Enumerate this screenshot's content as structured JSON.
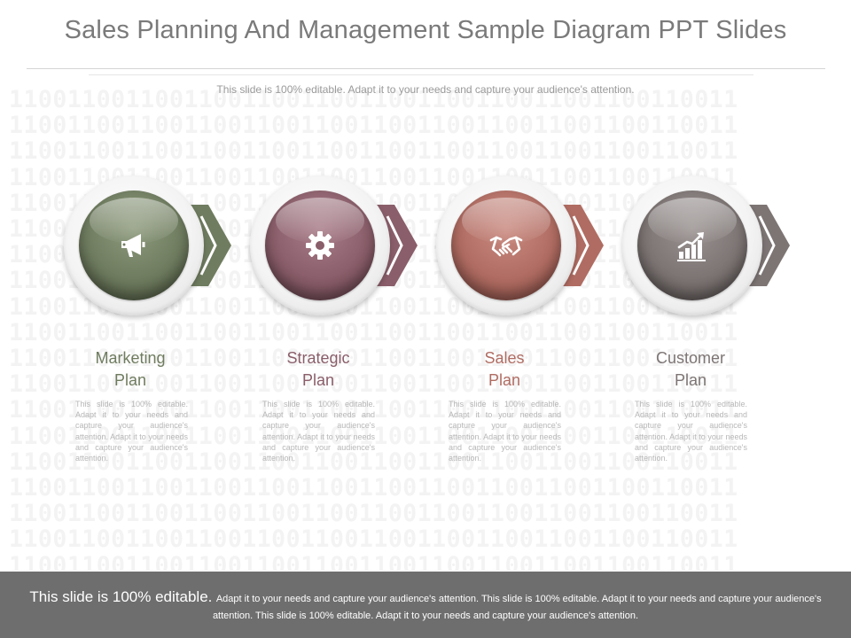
{
  "title": "Sales Planning And Management Sample Diagram PPT Slides",
  "subtitle": "This slide is 100% editable. Adapt it to your needs and capture your audience's attention.",
  "background_pattern": "11001100110011001100110011001100110011001100110011",
  "colors": {
    "marketing": "#6f7c5f",
    "strategic": "#8a5e6a",
    "sales": "#b06c62",
    "customer": "#7d7574"
  },
  "steps": [
    {
      "label_line1": "Marketing",
      "label_line2": "Plan",
      "icon": "megaphone-icon",
      "description": "This slide is 100% editable. Adapt it to your needs and capture your audience's attention. Adapt it to your needs and capture your audience's attention."
    },
    {
      "label_line1": "Strategic",
      "label_line2": "Plan",
      "icon": "gear-icon",
      "description": "This slide is 100% editable. Adapt it to your needs and capture your audience's attention. Adapt it to your needs and capture your audience's attention."
    },
    {
      "label_line1": "Sales",
      "label_line2": "Plan",
      "icon": "handshake-icon",
      "description": "This slide is 100% editable. Adapt it to your needs and capture your audience's attention. Adapt it to your needs and capture your audience's attention."
    },
    {
      "label_line1": "Customer",
      "label_line2": "Plan",
      "icon": "growth-chart-icon",
      "description": "This slide is 100% editable. Adapt it to your needs and capture your audience's attention. Adapt it to your needs and capture your audience's attention."
    }
  ],
  "footer": {
    "lead": "This slide is 100% editable.",
    "body": "Adapt it to your needs and capture your audience's attention. This slide is 100% editable. Adapt it to your needs and capture your audience's attention. This slide is 100% editable. Adapt it to your needs and capture your audience's attention."
  }
}
